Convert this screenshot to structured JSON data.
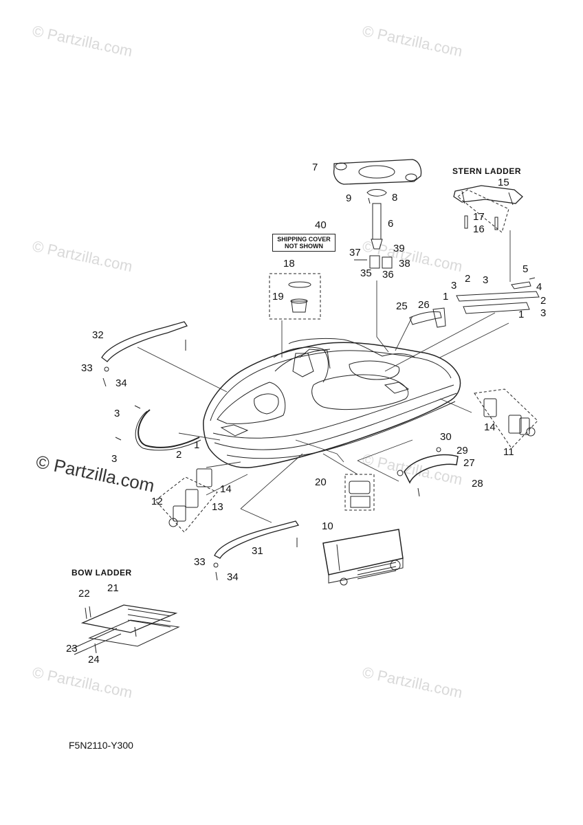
{
  "watermarks": {
    "main": "© Partzilla.com",
    "faint": "© Partzilla.com"
  },
  "headers": {
    "stern_ladder": "STERN LADDER",
    "bow_ladder": "BOW LADDER"
  },
  "shipping_note": {
    "line1": "SHIPPING COVER",
    "line2": "NOT SHOWN"
  },
  "diagram_code": "F5N2110-Y300",
  "callouts": {
    "c1a": "1",
    "c1b": "1",
    "c1c": "1",
    "c2a": "2",
    "c2b": "2",
    "c2c": "2",
    "c3a": "3",
    "c3b": "3",
    "c3c": "3",
    "c3d": "3",
    "c3e": "3",
    "c4": "4",
    "c5": "5",
    "c6": "6",
    "c7": "7",
    "c8": "8",
    "c9": "9",
    "c10": "10",
    "c11": "11",
    "c12": "12",
    "c13": "13",
    "c14a": "14",
    "c14b": "14",
    "c15": "15",
    "c16": "16",
    "c17": "17",
    "c18": "18",
    "c19": "19",
    "c20": "20",
    "c21": "21",
    "c22": "22",
    "c23": "23",
    "c24": "24",
    "c25": "25",
    "c26": "26",
    "c27": "27",
    "c28": "28",
    "c29": "29",
    "c30": "30",
    "c31": "31",
    "c32": "32",
    "c33a": "33",
    "c33b": "33",
    "c34a": "34",
    "c34b": "34",
    "c35": "35",
    "c36": "36",
    "c37": "37",
    "c38": "38",
    "c39": "39",
    "c40": "40"
  }
}
